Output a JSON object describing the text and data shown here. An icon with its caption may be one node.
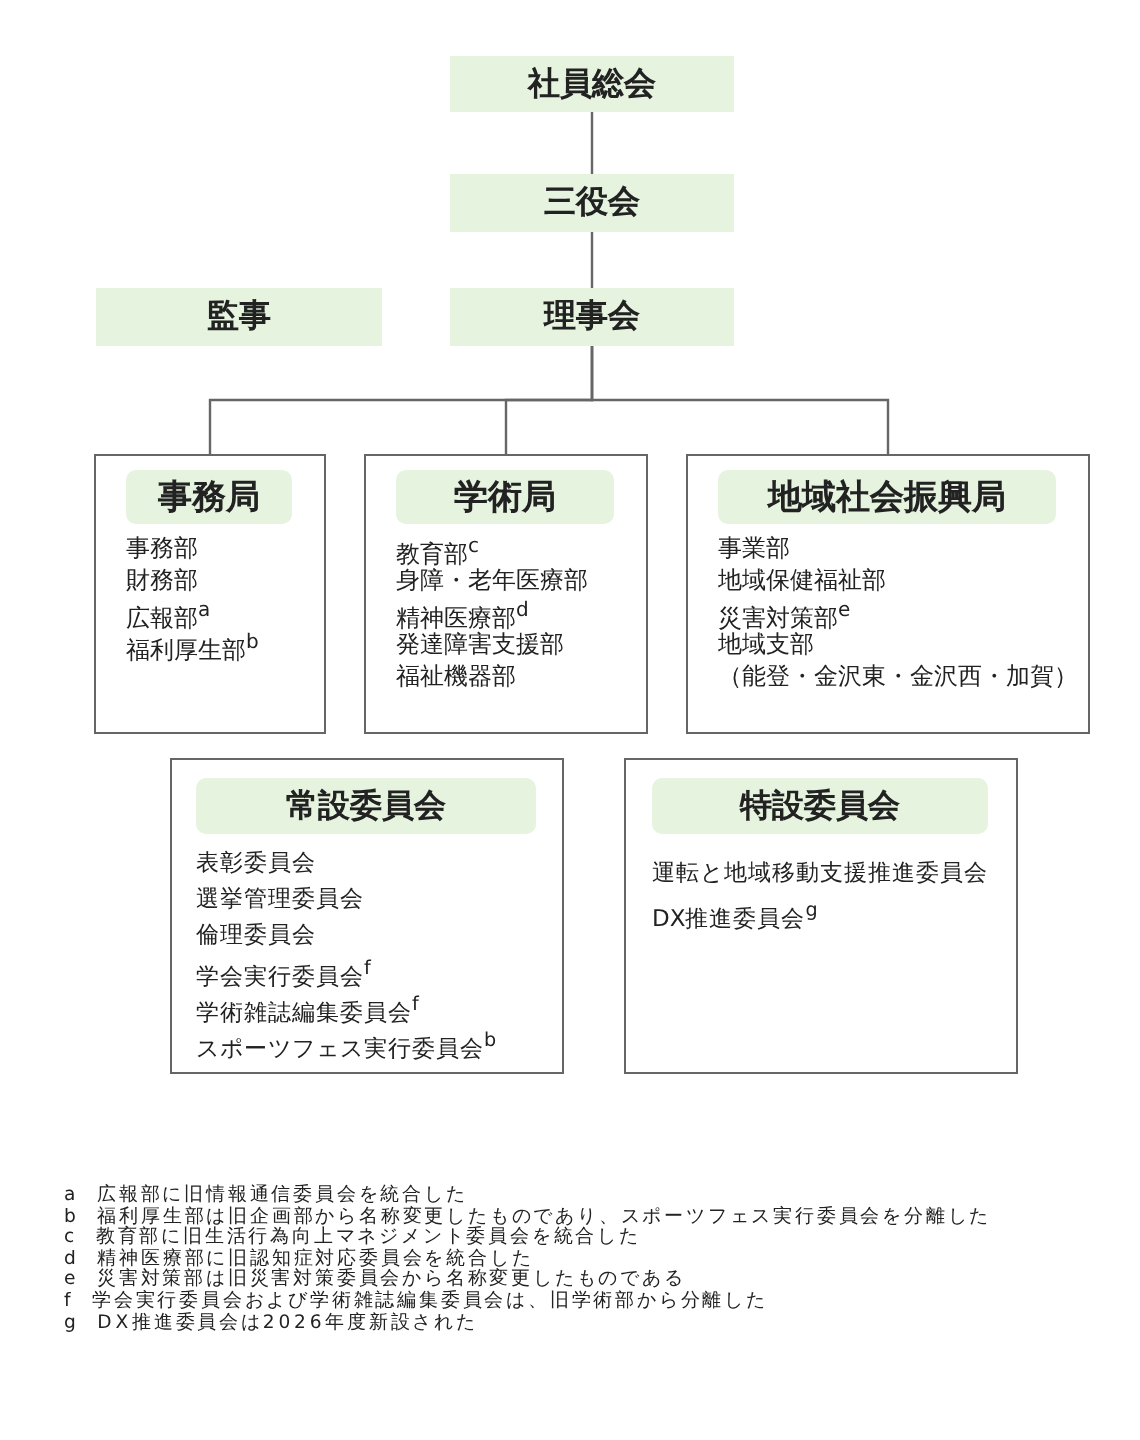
{
  "diagram": {
    "nodes": [
      {
        "text": [
          "社員総会"
        ]
      },
      {
        "text": [
          "三役会"
        ]
      },
      {
        "text": [
          "監事"
        ]
      },
      {
        "text": [
          "理事会"
        ]
      },
      {
        "text": [
          "事務局",
          "事務部",
          "財務部",
          "広報部$^{a}$",
          "福利厚生部$^{b}$"
        ]
      },
      {
        "text": [
          "学術局",
          "教育部$^{c}$",
          "身障・老年医療部",
          "精神医療部$^{d}$",
          "発達障害支援部",
          "福祉機器部"
        ]
      },
      {
        "text": [
          "地域社会振興局",
          "事業部",
          "地域保健福祉部",
          "災害対策部$^{e}$",
          "地域支部",
          "（能登・金沢東・金沢西・加賀）"
        ]
      },
      {
        "text": [
          "常設委員会",
          "表彰委員会",
          "選挙管理委員会",
          "倫理委員会",
          "学会実行委員会$^{f}$",
          "学術雑誌編集委員会$^{f}$",
          "スポーツフェス実行委員会$^{b}$"
        ]
      },
      {
        "text": [
          "特設委員会",
          "運転と地域移動支援推進委員会",
          "DX推進委員会$^{g}$"
        ]
      }
    ],
    "edges": [
      {
        "from": 0,
        "to": 1,
        "arrow": "none"
      },
      {
        "from": 1,
        "to": 3,
        "arrow": "none"
      },
      {
        "from": 3,
        "to": 4,
        "arrow": "none"
      },
      {
        "from": 3,
        "to": 5,
        "arrow": "none"
      },
      {
        "from": 3,
        "to": 6,
        "arrow": "none"
      }
    ],
    "labels": [
      "a 広報部に旧情報通信委員会を統合した",
      "b 福利厚生部は旧企画部から名称変更したものであり、スポーツフェス実行委員会を分離した",
      "c 教育部に旧生活行為向上マネジメント委員会を統合した",
      "d 精神医療部に旧認知症対応委員会を統合した",
      "e 災害対策部は旧災害対策委員会から名称変更したものである",
      "f 学会実行委員会および学術雑誌編集委員会は、旧学術部から分離した",
      "g DX推進委員会は2026年度新設された"
    ]
  }
}
